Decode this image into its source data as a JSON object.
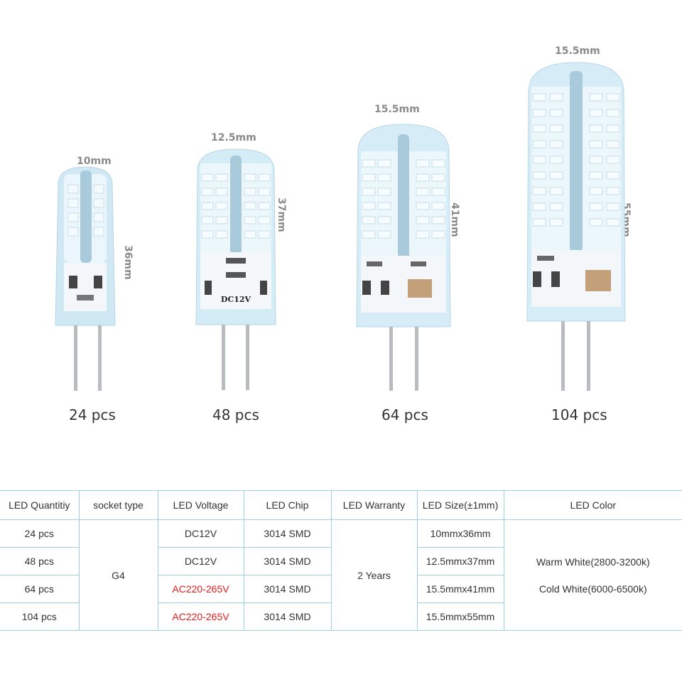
{
  "bulbs": [
    {
      "width_label": "10mm",
      "height_label": "36mm",
      "count_label": "24 pcs"
    },
    {
      "width_label": "12.5mm",
      "height_label": "37mm",
      "count_label": "48 pcs",
      "board_text": "DC12V"
    },
    {
      "width_label": "15.5mm",
      "height_label": "41mm",
      "count_label": "64 pcs"
    },
    {
      "width_label": "15.5mm",
      "height_label": "55mm",
      "count_label": "104 pcs"
    }
  ],
  "table": {
    "headers": [
      "LED Quantitiy",
      "socket type",
      "LED Voltage",
      "LED Chip",
      "LED Warranty",
      "LED Size(±1mm)",
      "LED Color"
    ],
    "rows": [
      {
        "qty": "24 pcs",
        "voltage": "DC12V",
        "chip": "3014 SMD",
        "size": "10mmx36mm"
      },
      {
        "qty": "48 pcs",
        "voltage": "DC12V",
        "chip": "3014 SMD",
        "size": "12.5mmx37mm"
      },
      {
        "qty": "64 pcs",
        "voltage": "AC220-265V",
        "chip": "3014 SMD",
        "size": "15.5mmx41mm"
      },
      {
        "qty": "104 pcs",
        "voltage": "AC220-265V",
        "chip": "3014 SMD",
        "size": "15.5mmx55mm"
      }
    ],
    "socket": "G4",
    "warranty": "2 Years",
    "colors": [
      "Warm White(2800-3200k)",
      "Cold White(6000-6500k)"
    ]
  },
  "colors": {
    "accent_red": "#e21b1b",
    "grid_line": "#9ecfe0"
  }
}
